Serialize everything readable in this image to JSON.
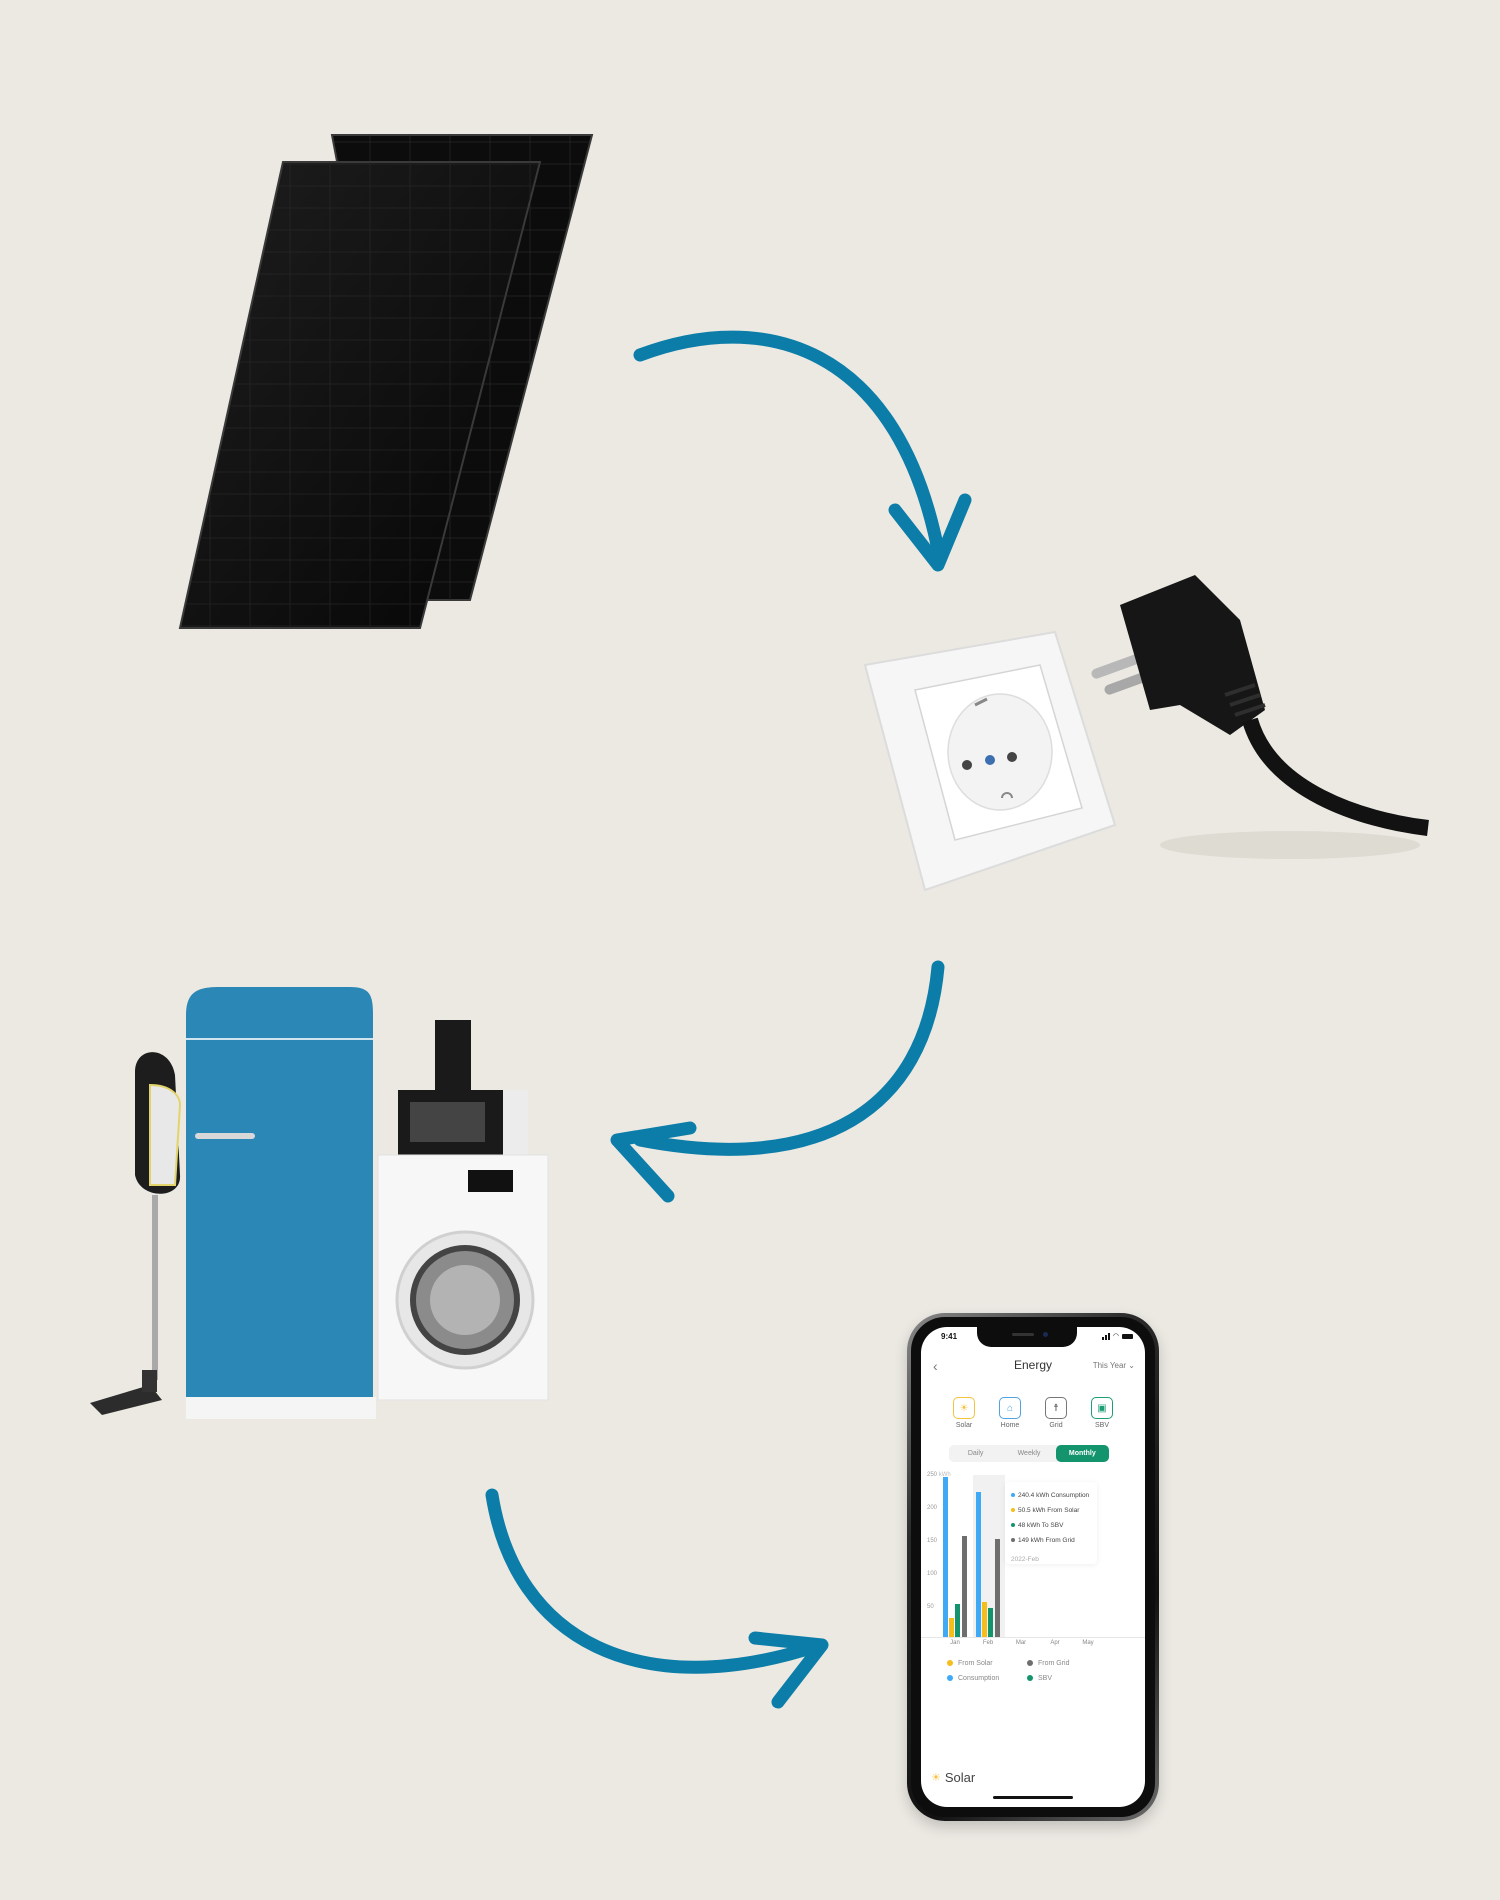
{
  "scene": {
    "background": "#ECE9E3",
    "arrow_color": "#0B7DA8",
    "steps": [
      {
        "id": "solar-panels",
        "description": "Two black balcony solar panels"
      },
      {
        "id": "socket",
        "description": "Wall power socket with plug"
      },
      {
        "id": "appliances",
        "description": "Household appliances: vacuum, fridge, microwave, coffee maker, washing machine"
      },
      {
        "id": "app",
        "description": "Smartphone showing energy monitoring app"
      }
    ]
  },
  "phone": {
    "status": {
      "time": "9:41"
    },
    "nav": {
      "back_icon": "chevron-left",
      "title": "Energy",
      "range": "This Year",
      "range_icon": "chevron-down"
    },
    "categories": [
      {
        "label": "Solar",
        "icon": "sun-icon",
        "color": "#F5C242"
      },
      {
        "label": "Home",
        "icon": "home-icon",
        "color": "#4FA3E0"
      },
      {
        "label": "Grid",
        "icon": "pylon-icon",
        "color": "#777777"
      },
      {
        "label": "SBV",
        "icon": "battery-box-icon",
        "color": "#1E9E77"
      }
    ],
    "tabs": [
      {
        "label": "Daily",
        "active": false
      },
      {
        "label": "Weekly",
        "active": false
      },
      {
        "label": "Monthly",
        "active": true
      }
    ],
    "tooltip": {
      "rows": [
        {
          "text": "240.4 kWh Consumption",
          "color": "#3FA9F5"
        },
        {
          "text": "50.5 kWh From Solar",
          "color": "#F6BE1A"
        },
        {
          "text": "48 kWh To SBV",
          "color": "#13946C"
        },
        {
          "text": "149 kWh From Grid",
          "color": "#6E6E6E"
        }
      ],
      "date": "2022-Feb"
    },
    "legend": [
      {
        "label": "From Solar",
        "color": "#F6BE1A"
      },
      {
        "label": "From Grid",
        "color": "#6E6E6E"
      },
      {
        "label": "Consumption",
        "color": "#3FA9F5"
      },
      {
        "label": "SBV",
        "color": "#13946C"
      }
    ],
    "bottom_section": {
      "title": "Solar",
      "icon": "sun-icon"
    }
  },
  "chart_data": {
    "type": "bar",
    "title": "Energy",
    "ylabel": "kWh",
    "ylim": [
      0,
      250
    ],
    "yticks": [
      50,
      100,
      150,
      200,
      250
    ],
    "categories": [
      "Jan",
      "Feb",
      "Mar",
      "Apr",
      "May"
    ],
    "series": [
      {
        "name": "Consumption",
        "color": "#3FA9F5",
        "values": [
          240,
          218,
          null,
          null,
          null
        ]
      },
      {
        "name": "From Solar",
        "color": "#F6BE1A",
        "values": [
          28,
          52,
          null,
          null,
          null
        ]
      },
      {
        "name": "SBV",
        "color": "#13946C",
        "values": [
          50,
          43,
          null,
          null,
          null
        ]
      },
      {
        "name": "From Grid",
        "color": "#6E6E6E",
        "values": [
          152,
          148,
          null,
          null,
          null
        ]
      }
    ],
    "highlighted_category": "Feb",
    "legend_position": "bottom"
  }
}
